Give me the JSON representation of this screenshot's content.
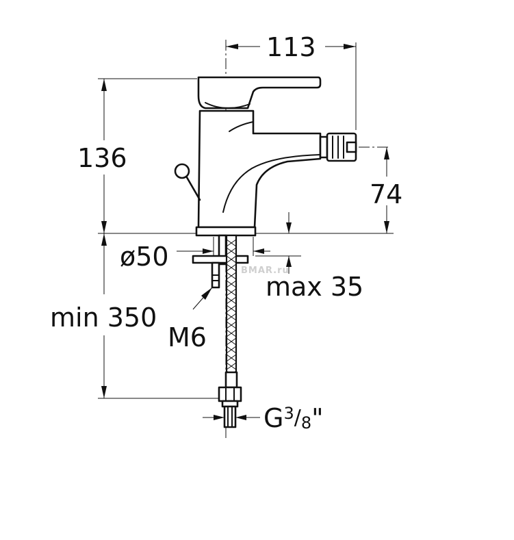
{
  "drawing": {
    "dimensions": {
      "width_top": "113",
      "height_total": "136",
      "spout_height": "74",
      "base_diameter": "ø50",
      "deck_thickness": "max 35",
      "hose_length": "min 350",
      "rod_thread": "M6"
    },
    "connection": {
      "prefix": "G",
      "fraction_num": "3",
      "fraction_sep": "/",
      "fraction_den": "8",
      "suffix": "\""
    },
    "watermark": "BMAR.ru",
    "colors": {
      "line": "#111111",
      "background": "#ffffff",
      "watermark": "#cfcfcf"
    }
  }
}
